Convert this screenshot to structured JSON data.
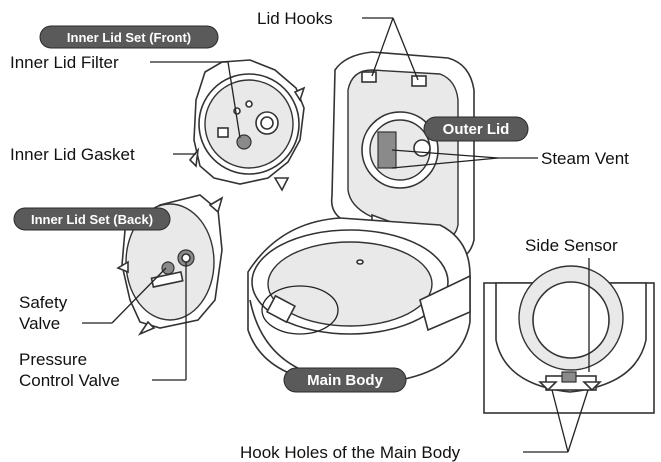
{
  "badges": {
    "inner_lid_front": "Inner Lid Set (Front)",
    "inner_lid_back": "Inner Lid Set (Back)",
    "outer_lid": "Outer Lid",
    "main_body": "Main Body"
  },
  "labels": {
    "lid_hooks": "Lid Hooks",
    "inner_lid_filter": "Inner Lid Filter",
    "inner_lid_gasket": "Inner Lid Gasket",
    "safety_valve_line1": "Safety",
    "safety_valve_line2": "Valve",
    "pressure_control_line1": "Pressure",
    "pressure_control_line2": "Control Valve",
    "steam_vent": "Steam Vent",
    "side_sensor": "Side Sensor",
    "hook_holes": "Hook Holes of the Main Body"
  }
}
